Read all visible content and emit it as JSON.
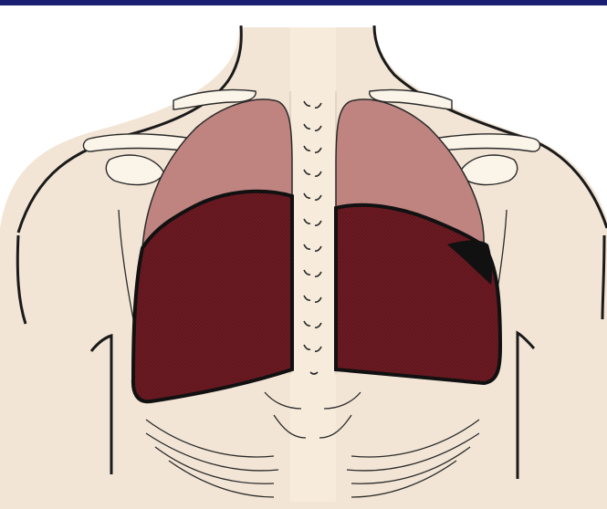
{
  "colors": {
    "header_bar": "#1a1f73",
    "background": "#ffffff",
    "skin": "#f2e5d5",
    "spine": "#f7ecdc",
    "bone_fill": "#fbf4e8",
    "outline": "#1a1a1a",
    "lung_upper": "#bf8480",
    "lung_fluid": "#6b1a22",
    "lung_fluid_dots": "#561219",
    "effusion_black": "#111111"
  },
  "icons": {
    "torso": "torso-outline",
    "left_lung": "lung-shape",
    "right_lung": "lung-shape",
    "spine": "vertebral-column",
    "ribs": "rib-cage"
  }
}
